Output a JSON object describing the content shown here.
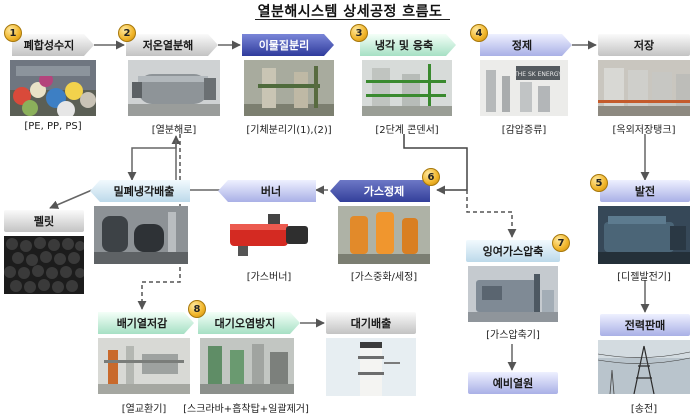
{
  "title": "열분해시스템 상세공정 흐름도",
  "steps": {
    "waste_resin": {
      "badge": "1",
      "label": "폐합성수지",
      "caption": "[PE, PP, PS]"
    },
    "pyrolysis": {
      "badge": "2",
      "label": "저온열분해",
      "caption": "[열분해로]"
    },
    "impurity_separation": {
      "label": "이물질분리",
      "caption": "[기체분리기(1),(2)]"
    },
    "cooling_condensing": {
      "badge": "3",
      "label": "냉각 및 응축",
      "caption": "[2단계 콘덴서]"
    },
    "refining": {
      "badge": "4",
      "label": "정제",
      "caption": "[감압증류]"
    },
    "storage": {
      "label": "저장",
      "caption": "[옥외저장탱크]"
    },
    "cooling_discharge": {
      "label": "밀폐냉각배출"
    },
    "pellet": {
      "label": "펠릿"
    },
    "burner": {
      "label": "버너",
      "caption": "[가스버너]"
    },
    "gas_refining": {
      "badge": "6",
      "label": "가스정제",
      "caption": "[가스중화/세정]"
    },
    "power_generation": {
      "badge": "5",
      "label": "발전",
      "caption": "[디젤발전기]"
    },
    "surplus_gas": {
      "badge": "7",
      "label": "잉여가스압축",
      "caption": "[가스압축기]"
    },
    "spare_heat": {
      "label": "예비열원"
    },
    "power_sales": {
      "label": "전력판매",
      "caption": "[송전]"
    },
    "exhaust_heat": {
      "label": "배기열저감",
      "caption": "[열교환기]"
    },
    "air_pollution": {
      "badge": "8",
      "label": "대기오염방지",
      "caption": "[스크라바+흡착탑+일괄제거]"
    },
    "air_discharge": {
      "label": "대기배출"
    }
  },
  "watermark": "THE SK ENERGY"
}
